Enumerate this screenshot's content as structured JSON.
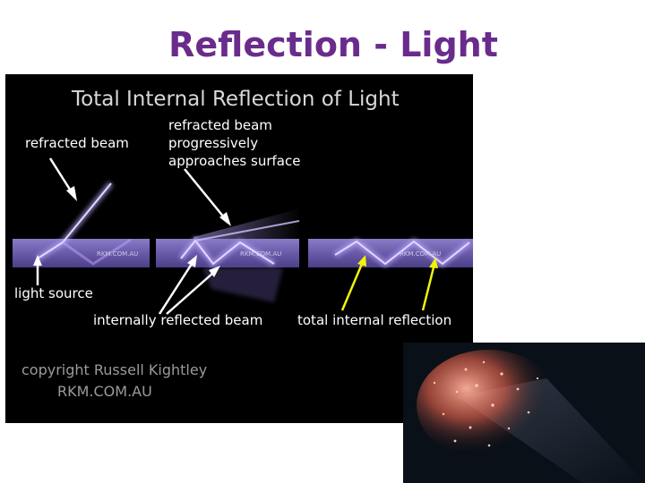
{
  "slide": {
    "title": "Reflection - Light"
  },
  "diagram": {
    "heading": "Total Internal Reflection of Light",
    "label_refracted_beam": "refracted beam",
    "label_progressive_line1": "refracted beam",
    "label_progressive_line2": "progressively",
    "label_progressive_line3": "approaches surface",
    "label_light_source": "light source",
    "label_internally_reflected": "internally reflected beam",
    "label_total_internal": "total internal reflection",
    "panel_watermark": "RKM.COM.AU",
    "copyright_line1": "copyright Russell Kightley",
    "copyright_line2": "RKM.COM.AU"
  },
  "colors": {
    "title": "#6a2c8c",
    "diagram_background": "#000000",
    "panel_band": "#6e5fb0",
    "beam": "#c9b5ff",
    "arrow_white": "#ffffff",
    "arrow_yellow": "#f2f20a",
    "fiber_glow": "#ff8a6a"
  }
}
